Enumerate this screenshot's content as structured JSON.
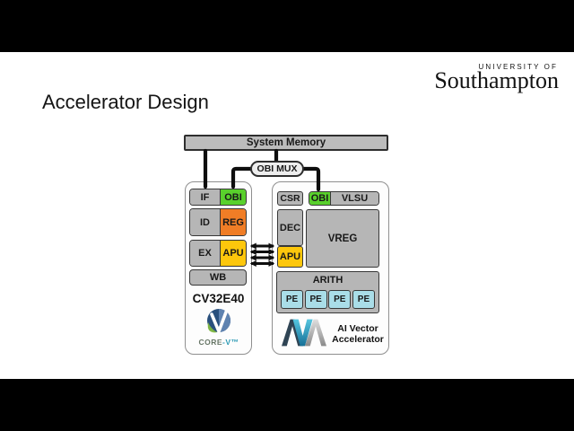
{
  "slide": {
    "title": "Accelerator Design"
  },
  "logo": {
    "university_of": "UNIVERSITY OF",
    "southampton": "Southampton"
  },
  "diagram": {
    "system_memory": "System Memory",
    "obi_mux": "OBI MUX",
    "cpu": {
      "name": "CV32E40",
      "rows": [
        {
          "left": "IF",
          "right": "OBI"
        },
        {
          "left": "ID",
          "right": "REG"
        },
        {
          "left": "EX",
          "right": "APU"
        }
      ],
      "wb": "WB",
      "logo_core": "CORE",
      "logo_v": "-V™"
    },
    "accelerator": {
      "csr": "CSR",
      "obi": "OBI",
      "vlsu": "VLSU",
      "dec": "DEC",
      "apu": "APU",
      "vreg": "VREG",
      "arith": "ARITH",
      "pe_labels": [
        "PE",
        "PE",
        "PE",
        "PE"
      ],
      "ava_line1": "AI Vector",
      "ava_line2": "Accelerator"
    },
    "colors": {
      "obi_green": "#59d02c",
      "reg_orange": "#f07d26",
      "apu_yellow": "#fdc70c",
      "pe_blue": "#a9dde8",
      "box_gray": "#b6b6b6",
      "wire_black": "#0e0e0e"
    }
  }
}
